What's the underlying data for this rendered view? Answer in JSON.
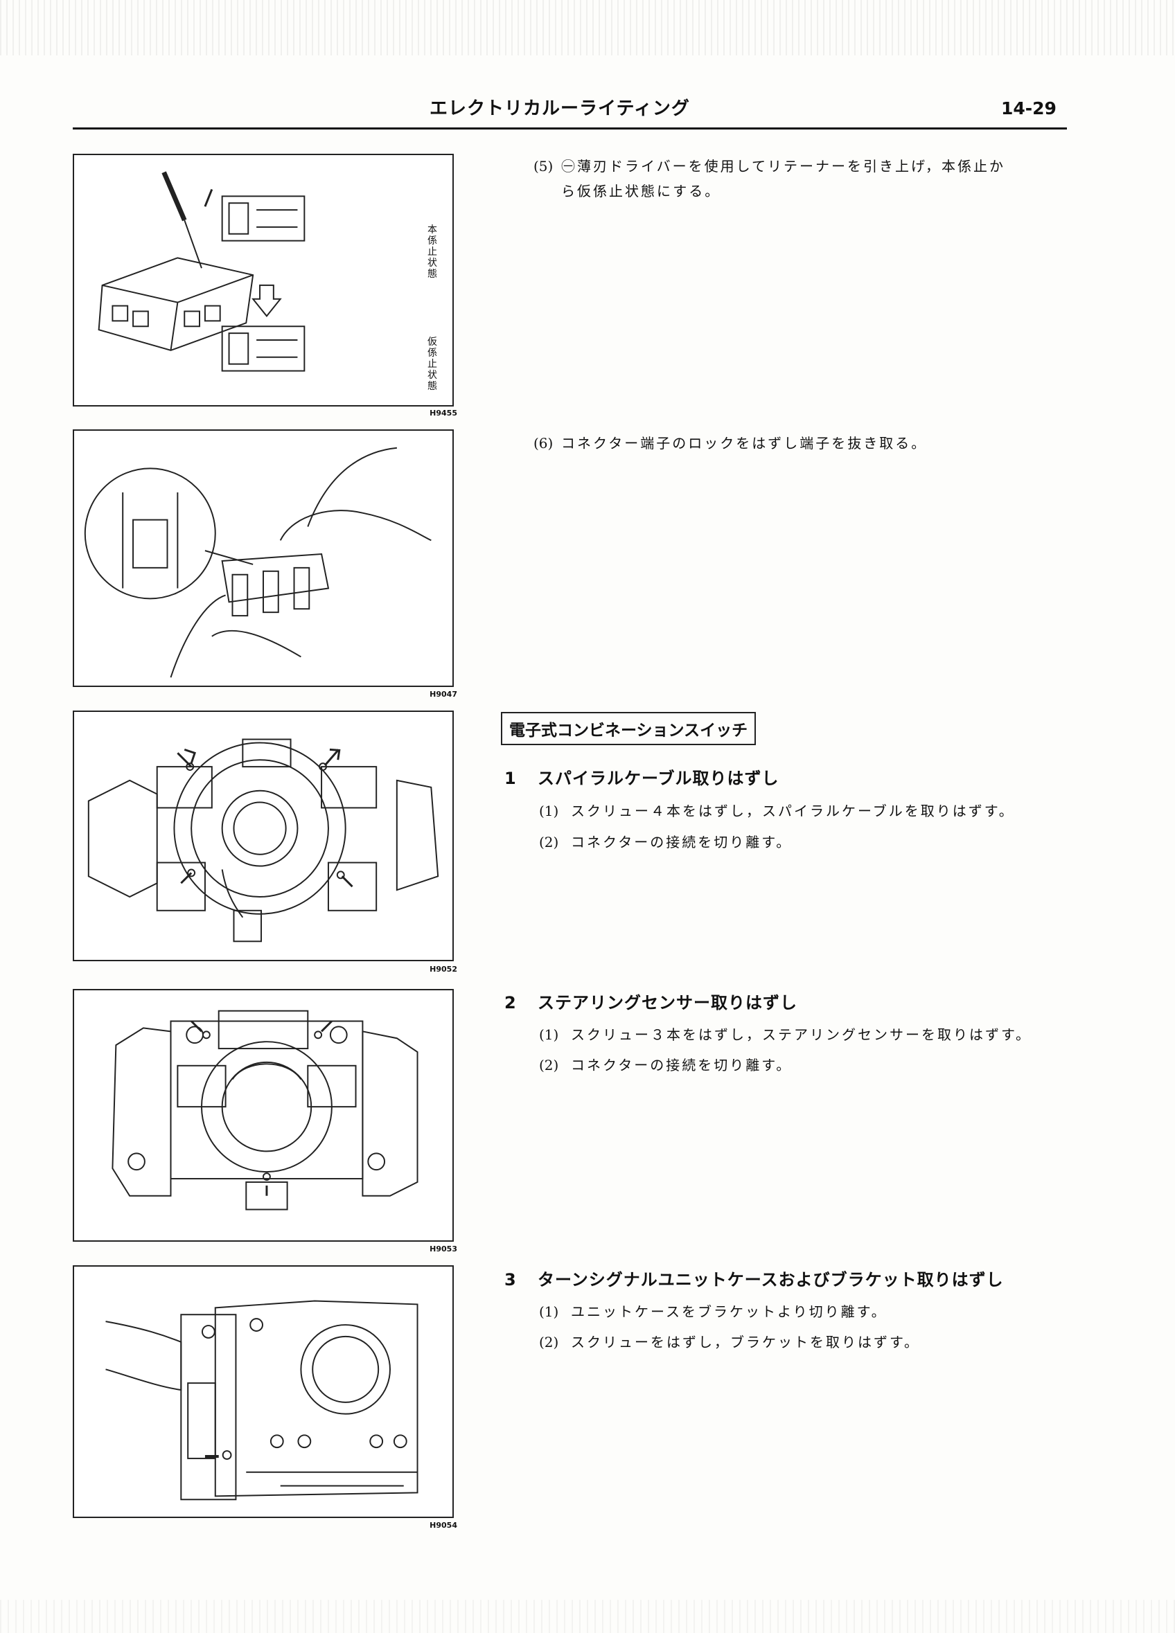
{
  "header": {
    "title": "エレクトリカルーライティング",
    "page_number": "14-29"
  },
  "figures": [
    {
      "id": "H9455",
      "label_top": "本係止状態",
      "label_bottom": "仮係止状態"
    },
    {
      "id": "H9047"
    },
    {
      "id": "H9052"
    },
    {
      "id": "H9053"
    },
    {
      "id": "H9054"
    }
  ],
  "paragraphs": [
    {
      "num": "(5)",
      "line1": "㊀薄刃ドライバーを使用してリテーナーを引き上げ，本係止か",
      "line2": "ら仮係止状態にする。"
    },
    {
      "num": "(6)",
      "line1": "コネクター端子のロックをはずし端子を抜き取る。"
    }
  ],
  "section": {
    "title": "電子式コンビネーションスイッチ"
  },
  "steps": [
    {
      "num": "1",
      "title": "スパイラルケーブル取りはずし",
      "items": [
        {
          "num": "(1)",
          "text": "スクリュー４本をはずし，スパイラルケーブルを取りはずす。"
        },
        {
          "num": "(2)",
          "text": "コネクターの接続を切り離す。"
        }
      ]
    },
    {
      "num": "2",
      "title": "ステアリングセンサー取りはずし",
      "items": [
        {
          "num": "(1)",
          "text": "スクリュー３本をはずし，ステアリングセンサーを取りはずす。"
        },
        {
          "num": "(2)",
          "text": "コネクターの接続を切り離す。"
        }
      ]
    },
    {
      "num": "3",
      "title": "ターンシグナルユニットケースおよびブラケット取りはずし",
      "items": [
        {
          "num": "(1)",
          "text": "ユニットケースをブラケットより切り離す。"
        },
        {
          "num": "(2)",
          "text": "スクリューをはずし，ブラケットを取りはずす。"
        }
      ]
    }
  ]
}
